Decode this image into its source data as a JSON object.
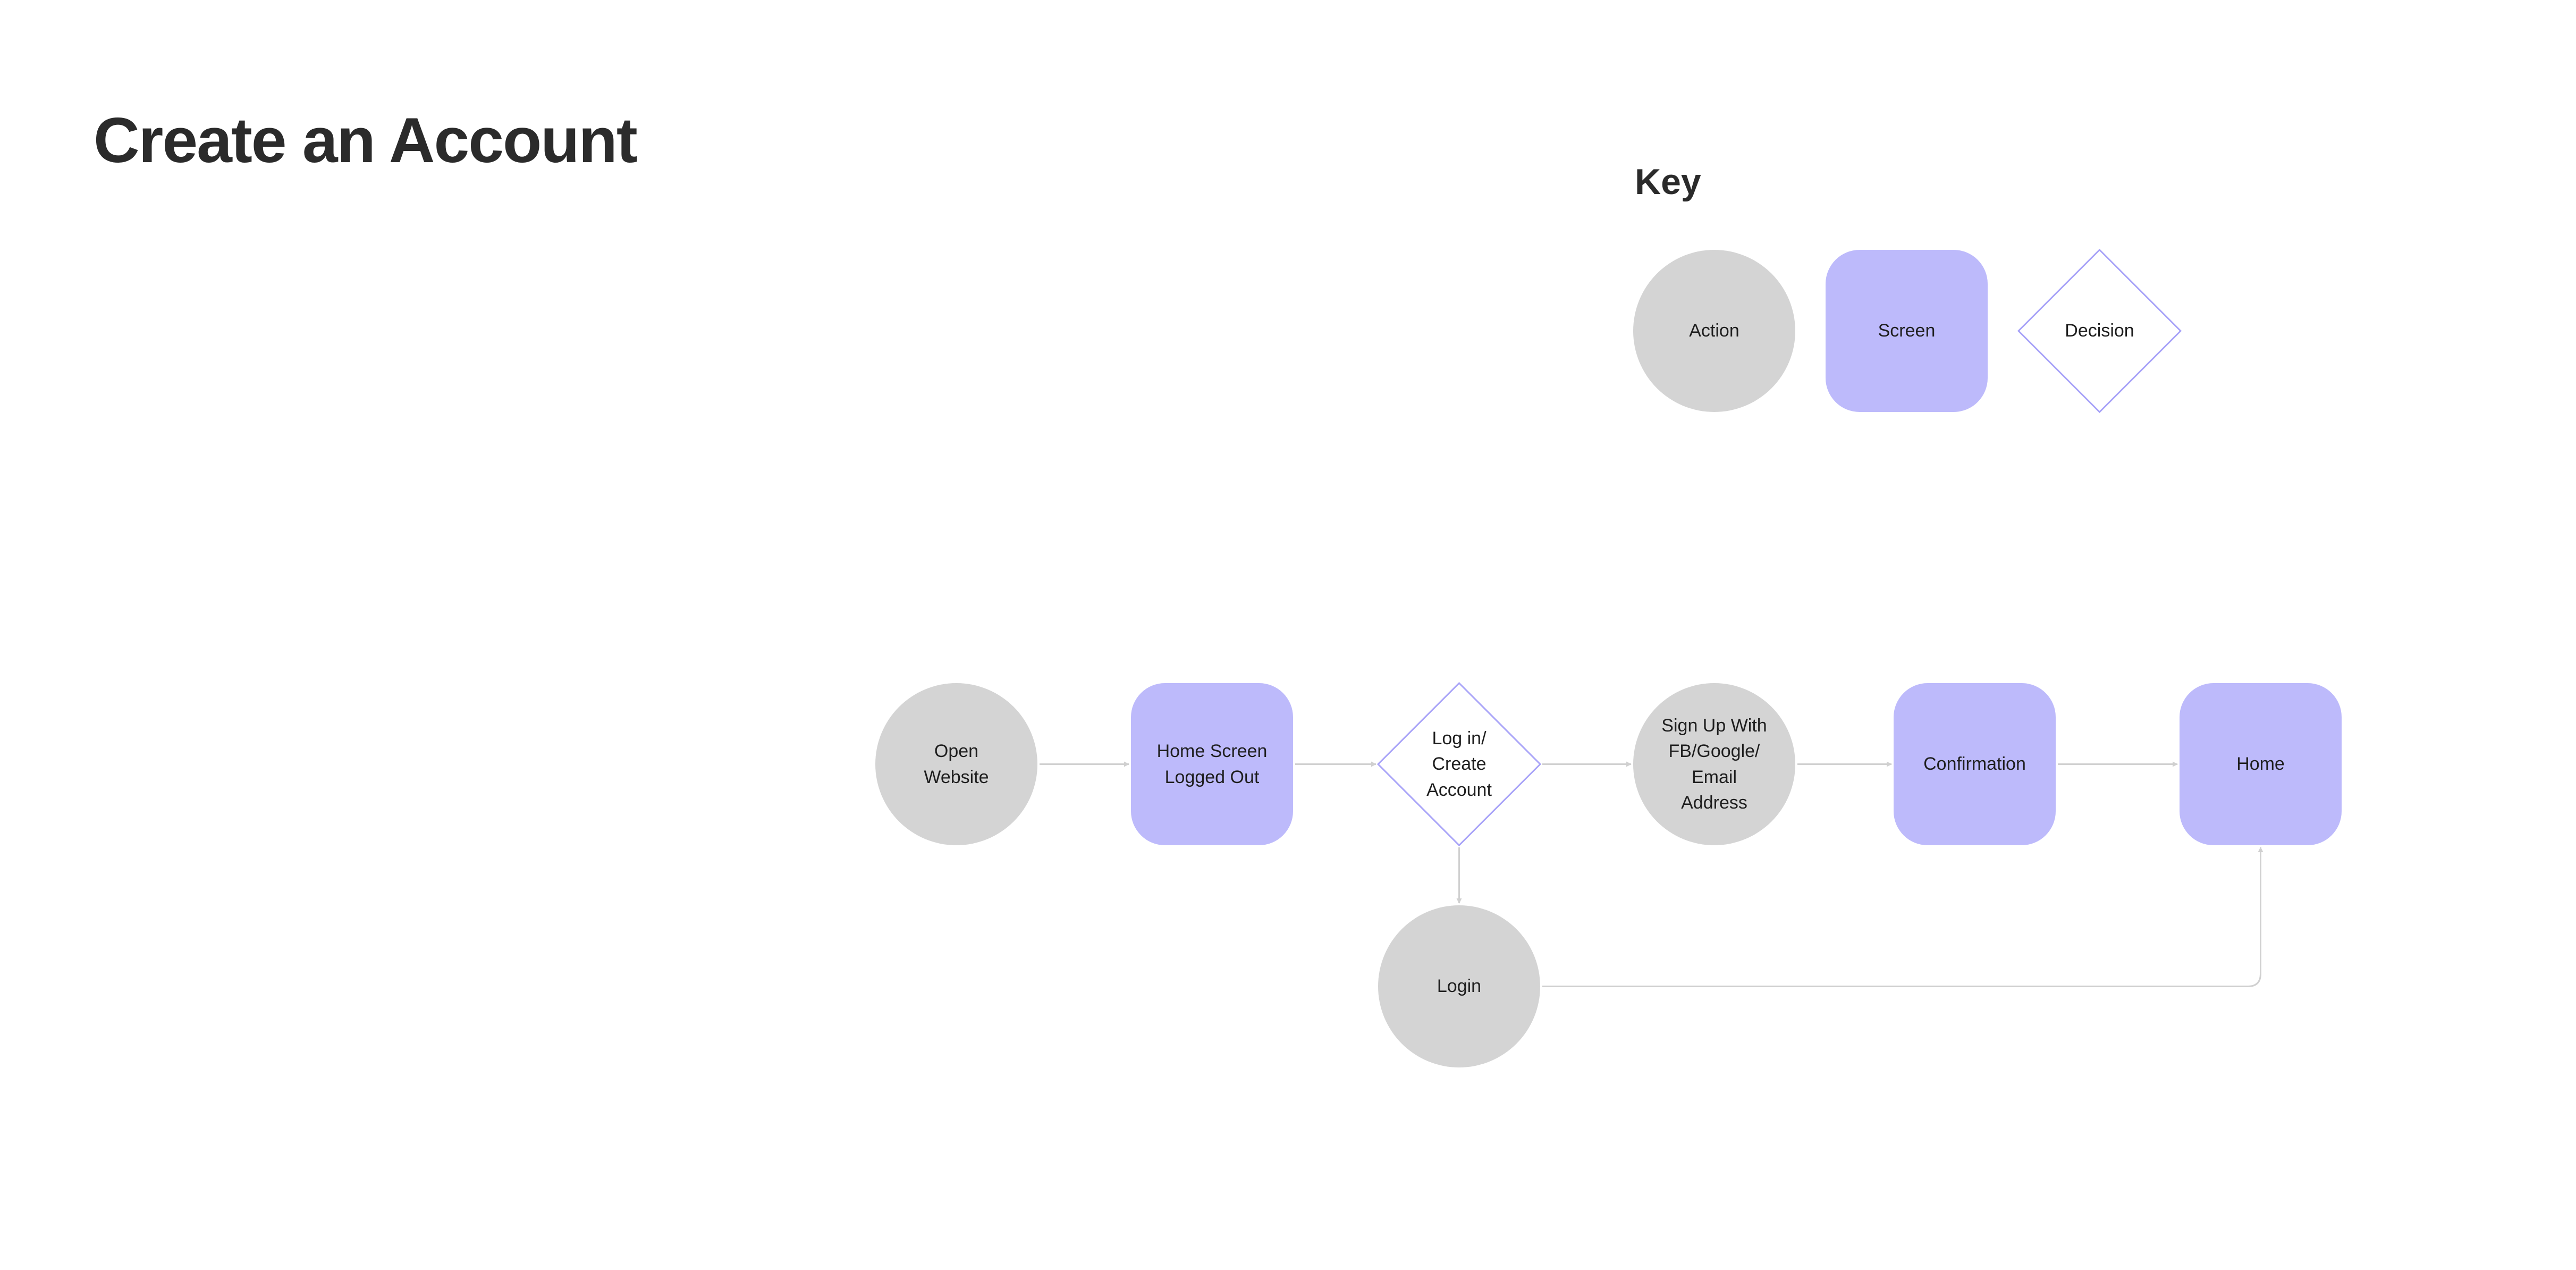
{
  "title": "Create an Account",
  "key": {
    "title": "Key",
    "items": [
      {
        "type": "action",
        "label": "Action"
      },
      {
        "type": "screen",
        "label": "Screen"
      },
      {
        "type": "decision",
        "label": "Decision"
      }
    ]
  },
  "flow": {
    "nodes": [
      {
        "id": "open-website",
        "type": "action",
        "label": "Open\nWebsite"
      },
      {
        "id": "home-screen-logged-out",
        "type": "screen",
        "label": "Home Screen\nLogged Out"
      },
      {
        "id": "login-create-decision",
        "type": "decision",
        "label": "Log in/\nCreate\nAccount"
      },
      {
        "id": "sign-up",
        "type": "action",
        "label": "Sign Up With\nFB/Google/\nEmail\nAddress"
      },
      {
        "id": "confirmation",
        "type": "screen",
        "label": "Confirmation"
      },
      {
        "id": "home",
        "type": "screen",
        "label": "Home"
      },
      {
        "id": "login",
        "type": "action",
        "label": "Login"
      }
    ],
    "edges": [
      {
        "from": "open-website",
        "to": "home-screen-logged-out"
      },
      {
        "from": "home-screen-logged-out",
        "to": "login-create-decision"
      },
      {
        "from": "login-create-decision",
        "to": "sign-up"
      },
      {
        "from": "sign-up",
        "to": "confirmation"
      },
      {
        "from": "confirmation",
        "to": "home"
      },
      {
        "from": "login-create-decision",
        "to": "login"
      },
      {
        "from": "login",
        "to": "home"
      }
    ]
  },
  "colors": {
    "action": "#d4d4d4",
    "screen": "#bdbafb",
    "decision_stroke": "#a9a4f8",
    "connector": "#d0d0d0"
  }
}
